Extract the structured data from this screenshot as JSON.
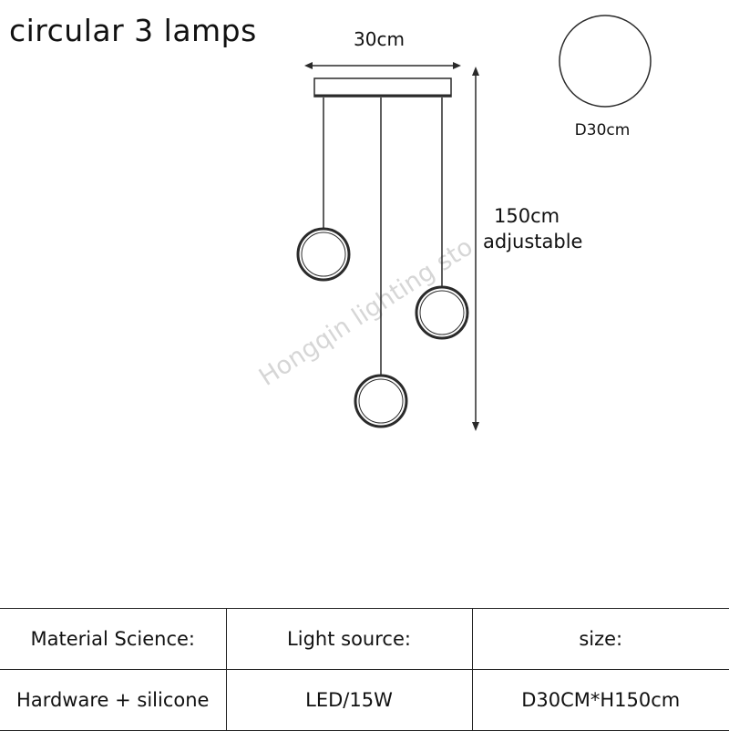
{
  "title": "circular 3 lamps",
  "dimensions": {
    "width_label": "30cm",
    "height_label_line1": "150cm",
    "height_label_line2": "adjustable",
    "diameter_label": "D30cm"
  },
  "watermark": "Hongqin lighting sto",
  "specs": {
    "headers": [
      "Material Science:",
      "Light source:",
      "size:"
    ],
    "values": [
      "Hardware + silicone",
      "LED/15W",
      "D30CM*H150cm"
    ]
  },
  "colors": {
    "line": "#2a2a2a",
    "watermark": "#d6d6d6"
  }
}
